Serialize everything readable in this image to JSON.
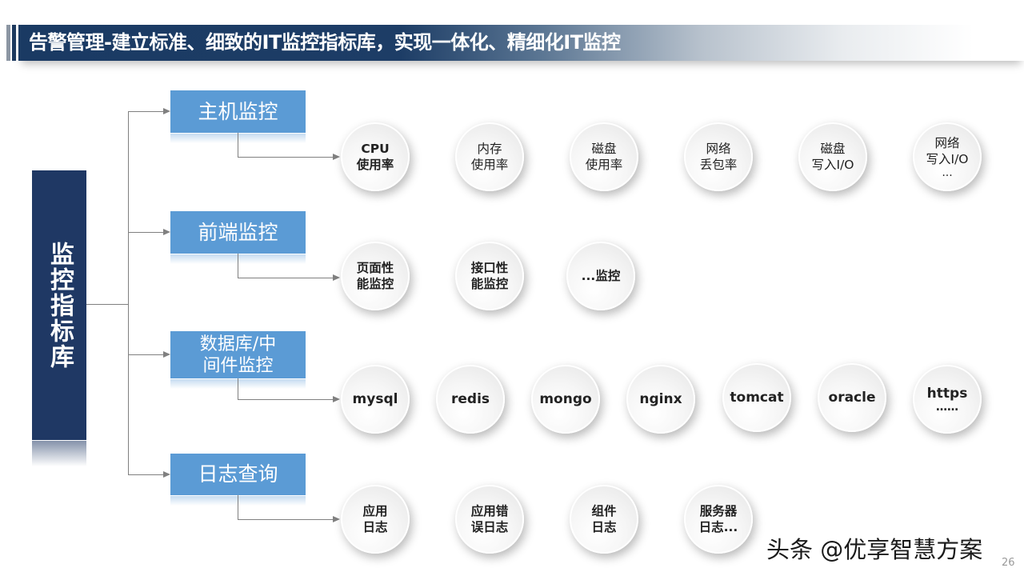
{
  "title": "告警管理-建立标准、细致的IT监控指标库，实现一体化、精细化IT监控",
  "root": {
    "label": "监控指标库"
  },
  "categories": [
    {
      "label": "主机监控",
      "items": [
        {
          "lines": [
            "CPU",
            "使用率"
          ]
        },
        {
          "lines": [
            "内存",
            "使用率"
          ]
        },
        {
          "lines": [
            "磁盘",
            "使用率"
          ]
        },
        {
          "lines": [
            "网络",
            "丢包率"
          ]
        },
        {
          "lines": [
            "磁盘",
            "写入I/O"
          ]
        },
        {
          "lines": [
            "网络",
            "写入I/O",
            "..."
          ]
        }
      ]
    },
    {
      "label": "前端监控",
      "items": [
        {
          "lines": [
            "页面性",
            "能监控"
          ]
        },
        {
          "lines": [
            "接口性",
            "能监控"
          ]
        },
        {
          "lines": [
            "...监控"
          ]
        }
      ]
    },
    {
      "label_lines": [
        "数据库/中",
        "间件监控"
      ],
      "items": [
        {
          "lines": [
            "mysql"
          ]
        },
        {
          "lines": [
            "redis"
          ]
        },
        {
          "lines": [
            "mongo"
          ]
        },
        {
          "lines": [
            "nginx"
          ]
        },
        {
          "lines": [
            "tomcat"
          ]
        },
        {
          "lines": [
            "oracle"
          ]
        },
        {
          "lines": [
            "https",
            "……"
          ]
        }
      ]
    },
    {
      "label": "日志查询",
      "items": [
        {
          "lines": [
            "应用",
            "日志"
          ]
        },
        {
          "lines": [
            "应用错",
            "误日志"
          ]
        },
        {
          "lines": [
            "组件",
            "日志"
          ]
        },
        {
          "lines": [
            "服务器",
            "日志..."
          ]
        }
      ]
    }
  ],
  "watermark": "头条 @优享智慧方案",
  "page_number": "26",
  "colors": {
    "title_bg": "#1a3a63",
    "root_bg": "#1f3864",
    "category_bg": "#5b9bd5",
    "connector": "#808080"
  }
}
